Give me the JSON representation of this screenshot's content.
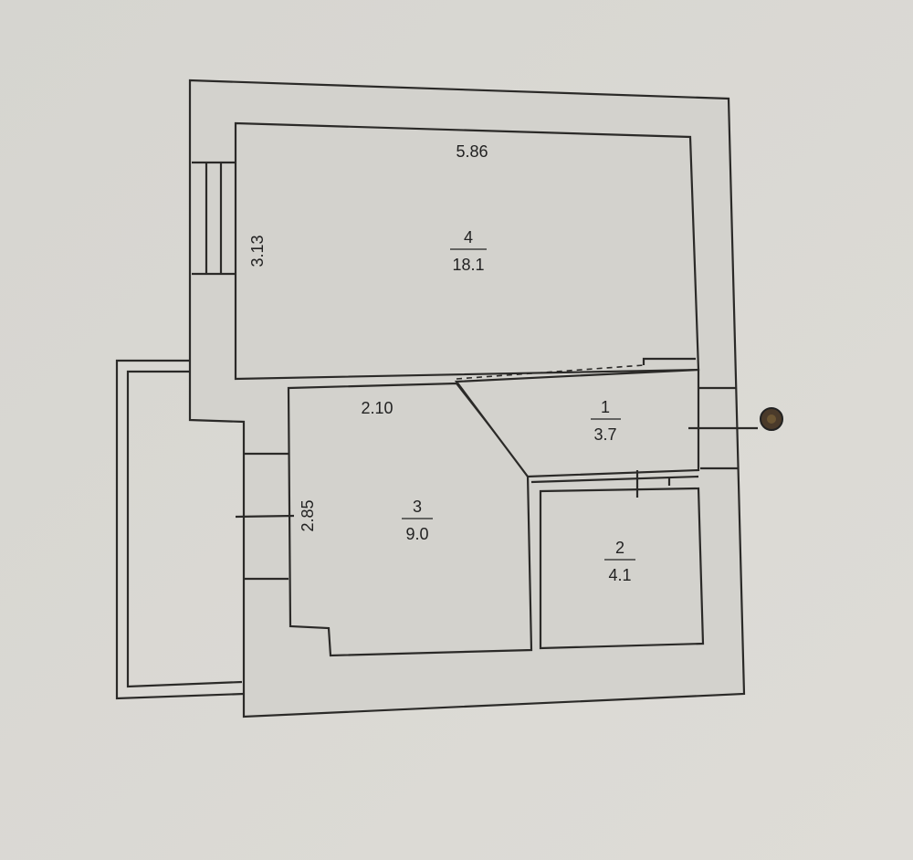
{
  "plan": {
    "rooms": [
      {
        "number": "1",
        "area": "3.7"
      },
      {
        "number": "2",
        "area": "4.1"
      },
      {
        "number": "3",
        "area": "9.0"
      },
      {
        "number": "4",
        "area": "18.1"
      }
    ],
    "dimensions": {
      "room4_width": "5.86",
      "room4_depth": "3.13",
      "room3_width": "2.10",
      "room3_depth": "2.85"
    },
    "entrance_icon": "entrance-mark-icon"
  }
}
